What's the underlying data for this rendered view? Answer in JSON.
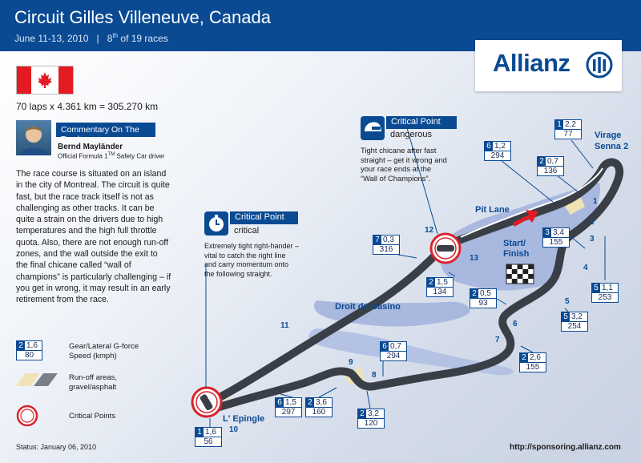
{
  "header": {
    "title": "Circuit Gilles Villeneuve, Canada",
    "date": "June 11-13, 2010",
    "separator": "|",
    "race_num": "8",
    "race_sup": "th",
    "race_total": "of 19 races"
  },
  "logo": {
    "name": "Allianz",
    "mark": "allianz-eagle-icon"
  },
  "flag": {
    "name": "canada-flag-icon"
  },
  "laps": "70 laps x 4.361 km = 305.270 km",
  "commentary": {
    "heading": "Commentary On The Track",
    "name": "Bernd Mayländer",
    "role": "Official Formula 1",
    "role_sup": "TM",
    "role_tail": " Safety Car driver",
    "body": "The race course is situated on an island in the city of Montreal. The circuit is quite fast, but the race track itself is not as challenging as other tracks. It can be quite a strain on the drivers due to high temperatures and the high full throttle quota. Also, there are not enough run-off zones, and the wall outside the exit to the final chicane called “wall of champions” is particularly challenging – if you get in wrong, it may result in an early retirement from the race."
  },
  "legend": {
    "box_gear": "2",
    "box_g": "1,6",
    "box_speed": "80",
    "gear_label": "Gear/Lateral G-force",
    "speed_label": "Speed (kmph)",
    "runoff_label_1": "Run-off areas,",
    "runoff_label_2": "gravel/asphalt",
    "critical_label": "Critical Points"
  },
  "critical_points": [
    {
      "heading": "Critical Point",
      "severity": "critical",
      "icon": "stopwatch-icon",
      "desc": [
        "Extremely tight right-hander –",
        "vital to catch the right line",
        "and carry momentum onto",
        "the following straight."
      ]
    },
    {
      "heading": "Critical Point",
      "severity": "dangerous",
      "icon": "helmet-icon",
      "desc": [
        "Tight chicane after fast",
        "straight – get it wrong and",
        "your race ends at the",
        "“Wall of Champions”."
      ]
    }
  ],
  "corners": [
    "1",
    "2",
    "3",
    "4",
    "5",
    "6",
    "7",
    "8",
    "9",
    "10",
    "11",
    "12",
    "13"
  ],
  "places": {
    "virage_1": "Virage",
    "virage_2": "Senna 2",
    "pit_lane": "Pit Lane",
    "start_1": "Start/",
    "start_2": "Finish",
    "casino": "Droit du Casino",
    "epingle": "L' Epingle"
  },
  "data_boxes": [
    {
      "gear": "1",
      "g": "2,2",
      "speed": "77"
    },
    {
      "gear": "6",
      "g": "1,2",
      "speed": "294"
    },
    {
      "gear": "2",
      "g": "0,7",
      "speed": "136"
    },
    {
      "gear": "3",
      "g": "3,4",
      "speed": "155"
    },
    {
      "gear": "5",
      "g": "1,1",
      "speed": "253"
    },
    {
      "gear": "7",
      "g": "0,3",
      "speed": "316"
    },
    {
      "gear": "2",
      "g": "1,5",
      "speed": "134"
    },
    {
      "gear": "2",
      "g": "0,5",
      "speed": "93"
    },
    {
      "gear": "5",
      "g": "3,2",
      "speed": "254"
    },
    {
      "gear": "2",
      "g": "2,6",
      "speed": "155"
    },
    {
      "gear": "6",
      "g": "0,7",
      "speed": "294"
    },
    {
      "gear": "6",
      "g": "1,5",
      "speed": "297"
    },
    {
      "gear": "2",
      "g": "3,6",
      "speed": "160"
    },
    {
      "gear": "2",
      "g": "3,2",
      "speed": "120"
    },
    {
      "gear": "1",
      "g": "1,6",
      "speed": "56"
    }
  ],
  "status": "Status: January 06, 2010",
  "url": "http://sponsoring.allianz.com",
  "colors": {
    "brand_blue": "#0a4a93",
    "track": "#3a3f47",
    "water": "#a9b8df",
    "runoff_gravel": "#efe2b4",
    "critical_red": "#d9232d",
    "flag_red": "#e31b23"
  }
}
